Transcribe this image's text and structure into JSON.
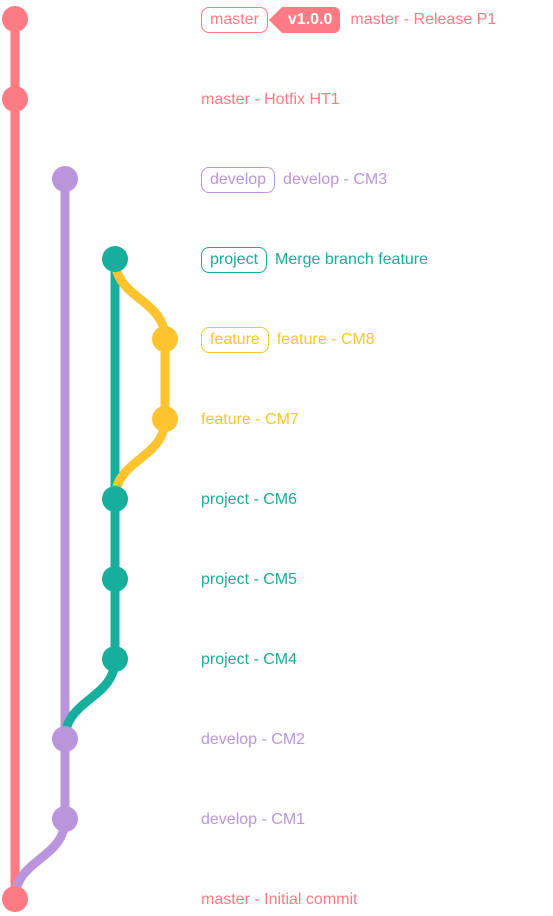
{
  "colors": {
    "master": "#ff7b83",
    "develop": "#bb95dc",
    "project": "#17ae9e",
    "feature": "#fdc42f"
  },
  "branch_tags": {
    "master": "master",
    "develop": "develop",
    "project": "project",
    "feature": "feature"
  },
  "version_tag": "v1.0.0",
  "commits": [
    {
      "id": "c1",
      "branch": "master",
      "message": "master - Release P1"
    },
    {
      "id": "c2",
      "branch": "master",
      "message": "master - Hotfix HT1"
    },
    {
      "id": "c3",
      "branch": "develop",
      "message": "develop - CM3"
    },
    {
      "id": "c4",
      "branch": "project",
      "message": "Merge branch feature"
    },
    {
      "id": "c5",
      "branch": "feature",
      "message": "feature - CM8"
    },
    {
      "id": "c6",
      "branch": "feature",
      "message": "feature - CM7"
    },
    {
      "id": "c7",
      "branch": "project",
      "message": "project - CM6"
    },
    {
      "id": "c8",
      "branch": "project",
      "message": "project - CM5"
    },
    {
      "id": "c9",
      "branch": "project",
      "message": "project - CM4"
    },
    {
      "id": "c10",
      "branch": "develop",
      "message": "develop - CM2"
    },
    {
      "id": "c11",
      "branch": "develop",
      "message": "develop - CM1"
    },
    {
      "id": "c12",
      "branch": "master",
      "message": "master - Initial commit"
    }
  ]
}
